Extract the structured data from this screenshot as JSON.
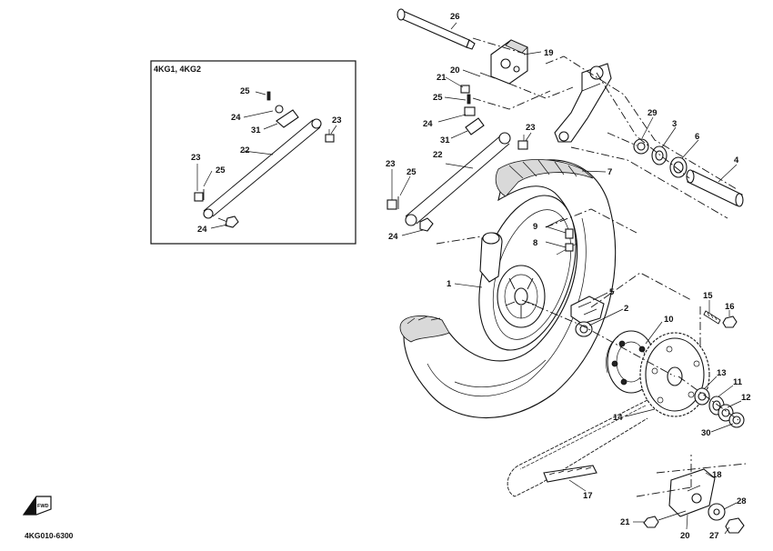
{
  "inset": {
    "title": "4KG1, 4KG2"
  },
  "drawing_code": "4KG010-6300",
  "fwd_icon_label": "FWD",
  "callouts": {
    "c1": "1",
    "c2": "2",
    "c3": "3",
    "c4": "4",
    "c5": "5",
    "c6": "6",
    "c7": "7",
    "c8": "8",
    "c9": "9",
    "c10": "10",
    "c11": "11",
    "c12": "12",
    "c13": "13",
    "c14": "14",
    "c15": "15",
    "c16": "16",
    "c17": "17",
    "c18": "18",
    "c19": "19",
    "c20": "20",
    "c21": "21",
    "c22": "22",
    "c23": "23",
    "c24": "24",
    "c25": "25",
    "c26": "26",
    "c27": "27",
    "c28": "28",
    "c29": "29",
    "c30": "30",
    "c31": "31"
  }
}
